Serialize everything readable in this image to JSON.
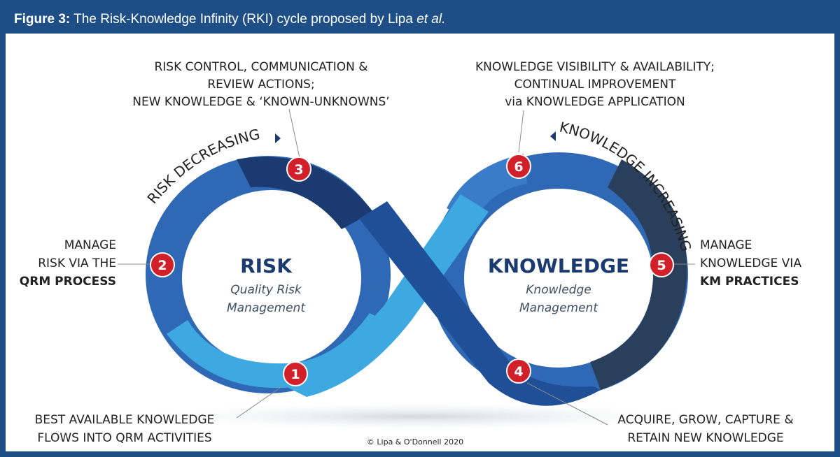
{
  "header": {
    "figure_label": "Figure 3:",
    "title_main": "The Risk-Knowledge Infinity (RKI) cycle proposed by Lipa",
    "title_etal": "et al."
  },
  "diagram": {
    "risk_title": "RISK",
    "risk_sub1": "Quality Risk",
    "risk_sub2": "Management",
    "knowledge_title": "KNOWLEDGE",
    "knowledge_sub1": "Knowledge",
    "knowledge_sub2": "Management",
    "risk_decreasing": "RISK DECREASING",
    "knowledge_increasing": "KNOWLEDGE INCREASING",
    "copyright": "© Lipa & O'Donnell 2020",
    "colors": {
      "dark_navy": "#1b3a70",
      "mid_blue": "#2f69b6",
      "light_blue": "#3ea8e0",
      "badge_red": "#d2202a",
      "header_blue": "#1d4f86"
    },
    "steps": [
      {
        "number": "1",
        "lines": [
          "BEST AVAILABLE KNOWLEDGE",
          "FLOWS INTO QRM ACTIVITIES"
        ]
      },
      {
        "number": "2",
        "lines": [
          "MANAGE",
          "RISK VIA THE",
          "QRM PROCESS"
        ]
      },
      {
        "number": "3",
        "lines": [
          "RISK CONTROL, COMMUNICATION &",
          "REVIEW ACTIONS;",
          "NEW KNOWLEDGE & ‘KNOWN-UNKNOWNS’"
        ]
      },
      {
        "number": "4",
        "lines": [
          "ACQUIRE, GROW, CAPTURE &",
          "RETAIN NEW KNOWLEDGE"
        ]
      },
      {
        "number": "5",
        "lines": [
          "MANAGE",
          "KNOWLEDGE VIA",
          "KM PRACTICES"
        ]
      },
      {
        "number": "6",
        "lines": [
          "KNOWLEDGE VISIBILITY & AVAILABILITY;",
          "CONTINUAL IMPROVEMENT",
          "via KNOWLEDGE APPLICATION"
        ]
      }
    ]
  }
}
